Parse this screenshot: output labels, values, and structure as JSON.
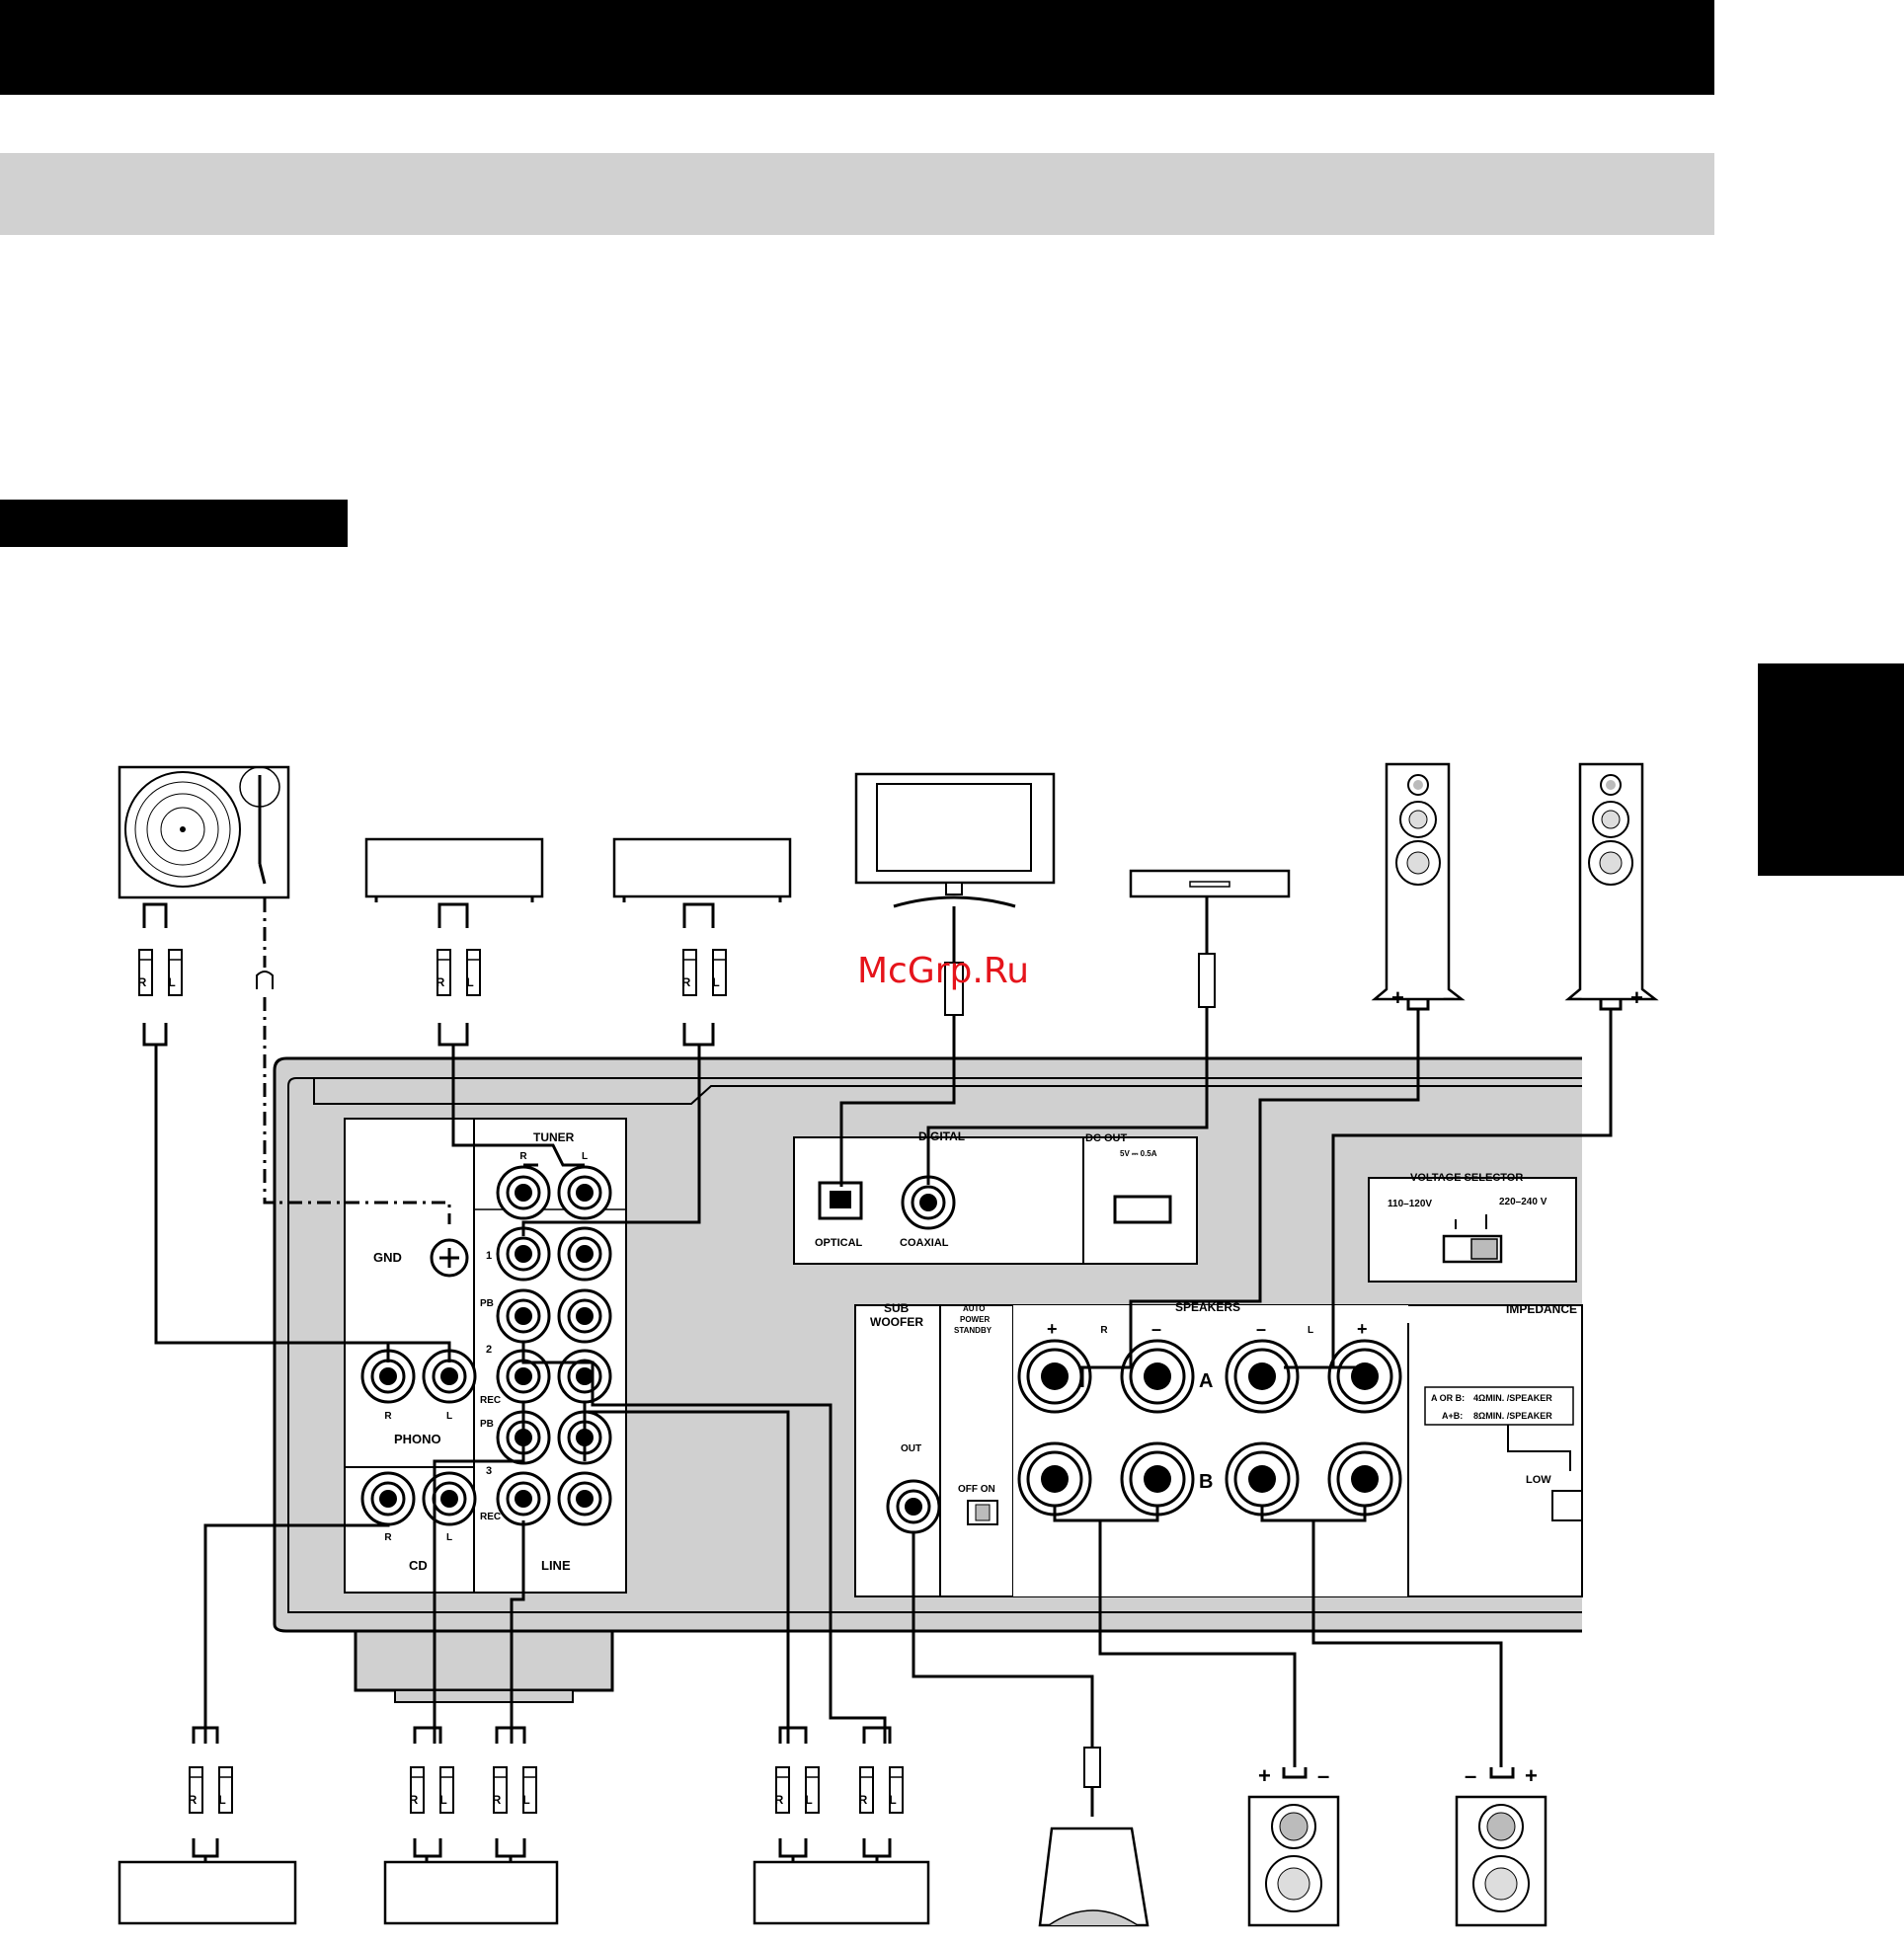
{
  "watermark": "McGrp.Ru",
  "panel": {
    "tuner": "TUNER",
    "gnd": "GND",
    "phono": "PHONO",
    "cd": "CD",
    "line": "LINE",
    "line_1": "1",
    "line_2": "2",
    "line_3": "3",
    "pb": "PB",
    "rec": "REC",
    "ch_r": "R",
    "ch_l": "L",
    "digital": "DIGITAL",
    "optical": "OPTICAL",
    "coaxial": "COAXIAL",
    "dc_out": "DC OUT",
    "dc_out_rating": "5V ⎓ 0.5A",
    "voltage_selector": "VOLTAGE SELECTOR",
    "volt_low": "110–120V",
    "volt_high": "220–240 V",
    "subwoofer_1": "SUB",
    "subwoofer_2": "WOOFER",
    "sub_out": "OUT",
    "auto_1": "AUTO",
    "auto_2": "POWER",
    "auto_3": "STANDBY",
    "off_on": "OFF ON",
    "speakers": "SPEAKERS",
    "impedance": "IMPEDANCE",
    "spk_a": "A",
    "spk_b": "B",
    "plus": "+",
    "minus": "–",
    "imp_line1_k": "A OR B:",
    "imp_line1_v": "4ΩMIN. /SPEAKER",
    "imp_line2_k": "A+B:",
    "imp_line2_v": "8ΩMIN. /SPEAKER",
    "low": "LOW"
  },
  "cable_plug_labels": {
    "right": "R",
    "left": "L"
  }
}
